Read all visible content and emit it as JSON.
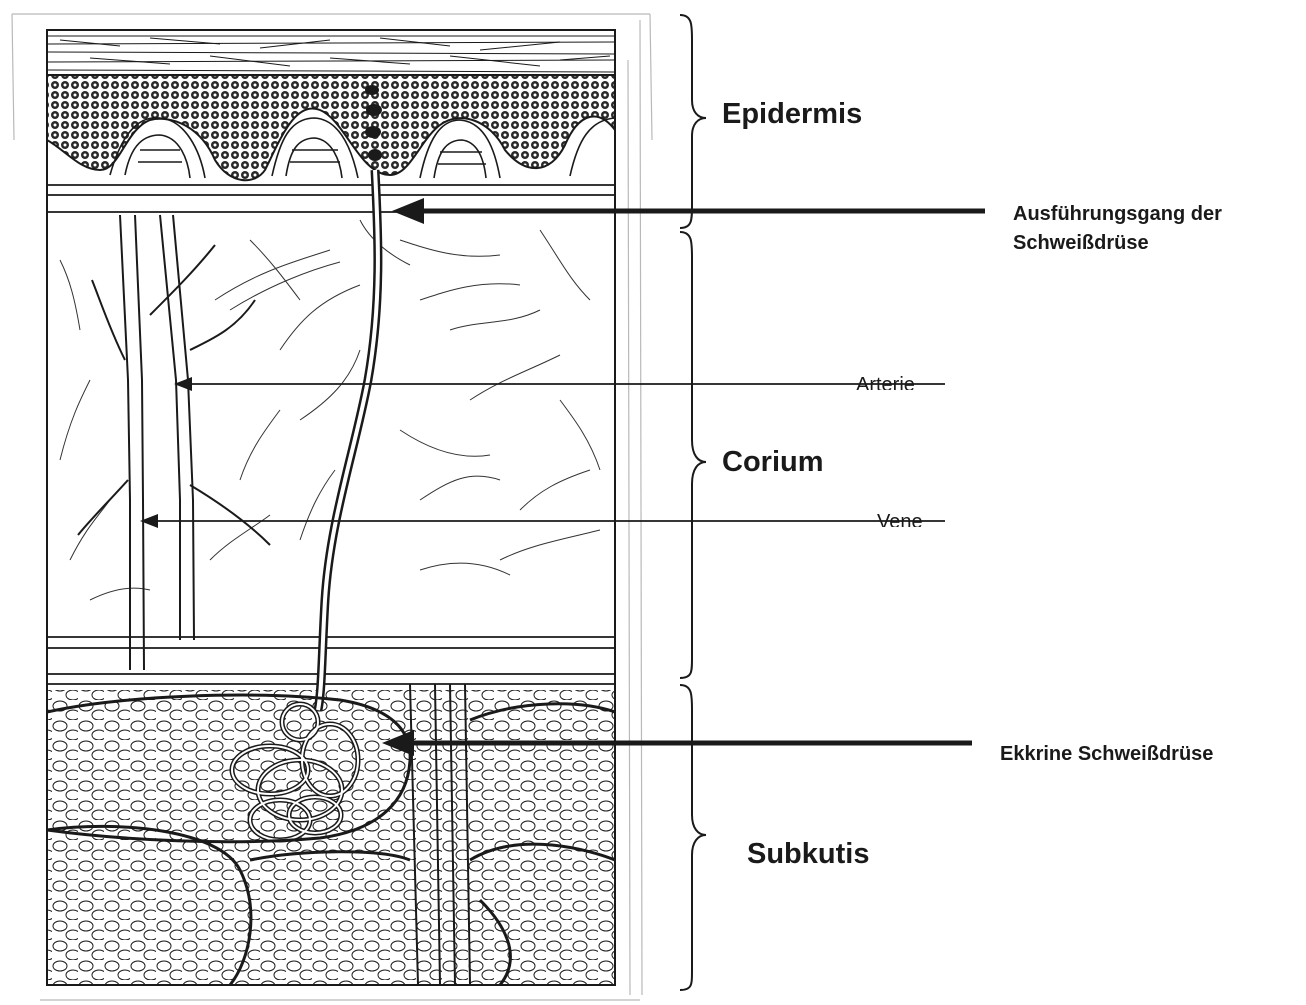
{
  "labels": {
    "epidermis": "Epidermis",
    "corium": "Corium",
    "subkutis": "Subkutis",
    "duct_line1": "Ausführungsgang der",
    "duct_line2": "Schweißdrüse",
    "arterie": "Arterie",
    "vene": "Vene",
    "gland": "Ekkrine Schweißdrüse"
  },
  "colors": {
    "ink": "#1a1a1a",
    "paper": "#ffffff",
    "pencil": "#b9b9b9"
  }
}
